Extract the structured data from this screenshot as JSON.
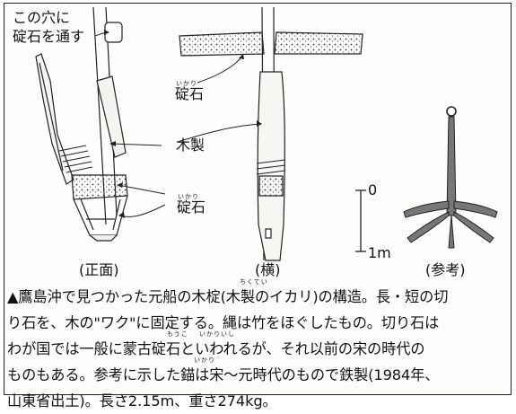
{
  "labels": {
    "hole_line1": "この穴に",
    "hole_line2": "碇石を通す",
    "stone_top": "碇石",
    "stone_top_ruby": "いかり",
    "wood": "木製",
    "stone_bottom": "碇石",
    "stone_bottom_ruby": "いかり",
    "front": "(正面)",
    "side": "(横)",
    "ref": "(参考)",
    "scale_top": "0",
    "scale_bottom": "1m"
  },
  "caption": {
    "line1": "▲鷹島沖で見つかった元船の木椗(木製のイカリ)の構造。長・短の切",
    "line2": "り石を、木の\"ワク\"に固定する。縄は竹をほぐしたもの。切り石は",
    "line3": "わが国では一般に蒙古碇石といわれるが、それ以前の宋の時代の",
    "line4": "ものもある。参考に示した錨は宋～元時代のもので鉄製(1984年、",
    "line5": "山東省出土)。長さ2.15m、重さ274kg。",
    "ruby_chotei": "ちくてい",
    "ruby_moko": "もうこ",
    "ruby_ikari": "いかりいし",
    "ruby_ikari2": "いかり"
  }
}
